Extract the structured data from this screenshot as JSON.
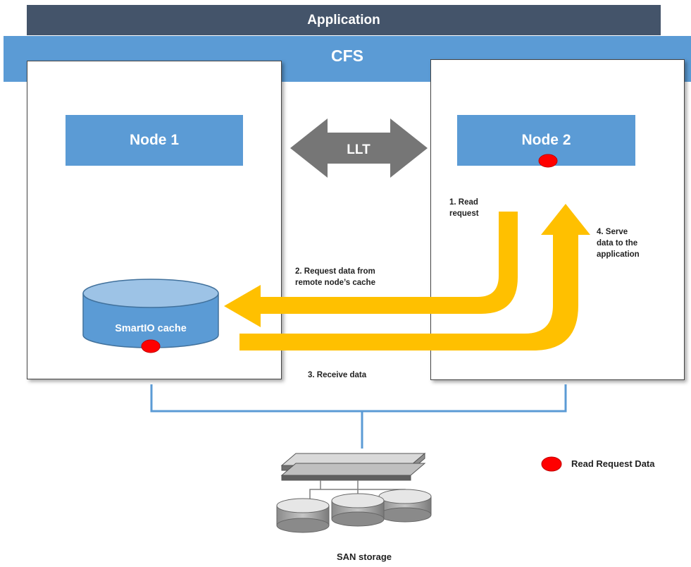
{
  "app_bar": {
    "label": "Application"
  },
  "cfs_bar": {
    "label": "CFS"
  },
  "nodes": [
    {
      "label": "Node 1"
    },
    {
      "label": "Node 2"
    }
  ],
  "llt_label": "LLT",
  "cache_label": "SmartIO cache",
  "steps": {
    "read_request": "1. Read\nrequest",
    "request_remote": "2. Request data from\nremote node’s cache",
    "receive": "3. Receive data",
    "serve": "4. Serve\ndata to the\napplication"
  },
  "legend": {
    "label": "Read Request Data",
    "marker_color": "#ff0000"
  },
  "storage_label": "SAN storage",
  "colors": {
    "application_bar": "#44546a",
    "cfs_bar": "#5b9bd5",
    "node": "#5b9bd5",
    "llt_arrow": "#767676",
    "flow_arrow": "#ffc000"
  }
}
